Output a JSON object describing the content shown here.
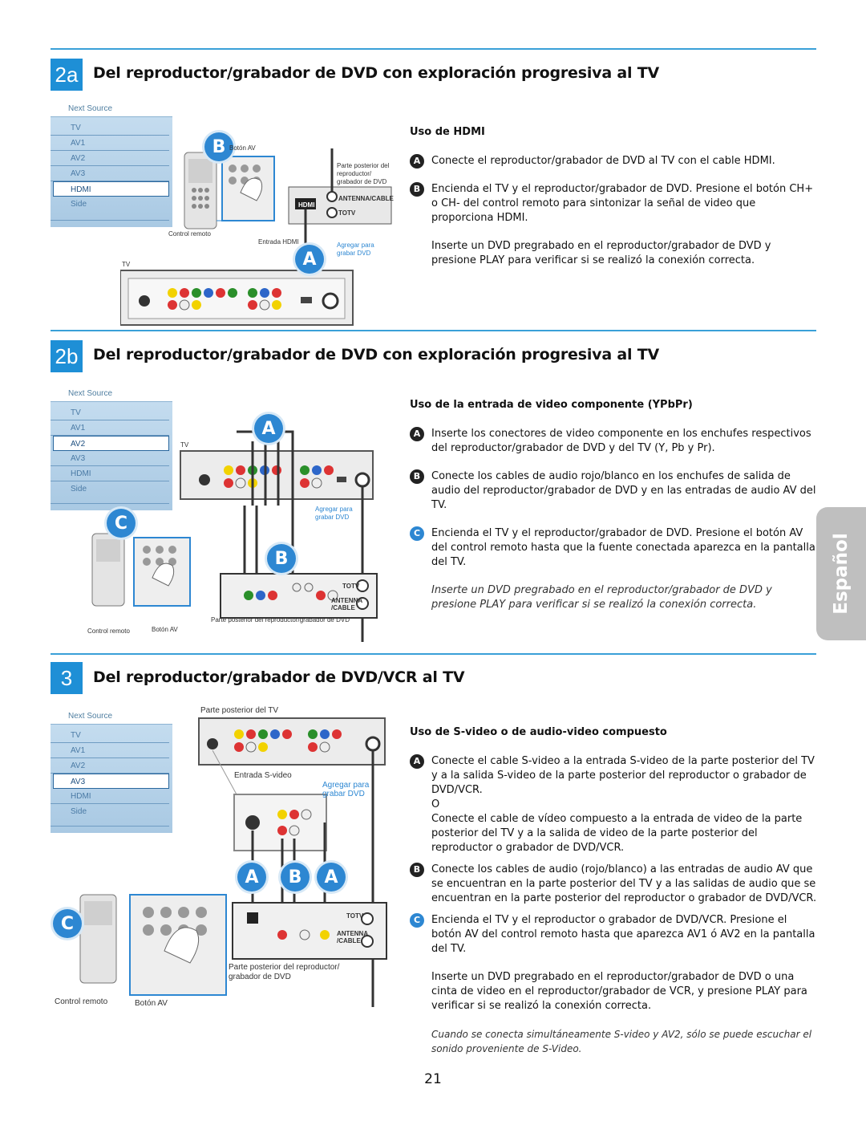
{
  "lang_tab": "Español",
  "page_number": "21",
  "menu": {
    "head": "Next Source",
    "items": [
      "TV",
      "AV1",
      "AV2",
      "AV3",
      "HDMI",
      "Side"
    ]
  },
  "s2a": {
    "num": "2a",
    "title": "Del reproductor/grabador de DVD con exploración progresiva al TV",
    "selected": "HDMI",
    "labels": {
      "boton_av": "Botón AV",
      "parte_posterior": "Parte posterior del reproductor/ grabador de DVD",
      "antenna": "ANTENNA/CABLE",
      "totv": "TOTV",
      "hdmi": "HDMI",
      "control": "Control remoto",
      "entrada_hdmi": "Entrada HDMI",
      "agregar": "Agregar para grabar DVD",
      "tv": "TV",
      "A": "A",
      "B": "B"
    },
    "subtitle": "Uso de HDMI",
    "steps": [
      {
        "mark": "A",
        "text": "Conecte el reproductor/grabador de DVD al TV con el cable HDMI."
      },
      {
        "mark": "B",
        "text": "Encienda el TV y el reproductor/grabador de DVD. Presione el botón CH+ o CH- del control remoto para sintonizar la señal de video que proporciona HDMI."
      }
    ],
    "note": "Inserte un DVD pregrabado en el reproductor/grabador de DVD y presione PLAY para verificar si se realizó la conexión correcta."
  },
  "s2b": {
    "num": "2b",
    "title": "Del reproductor/grabador de DVD con exploración progresiva al TV",
    "selected": "AV2",
    "labels": {
      "tv": "TV",
      "agregar": "Agregar para grabar DVD",
      "totv": "TOTV",
      "antenna": "ANTENNA /CABLE",
      "parte_posterior": "Parte posterior del reproductor/grabador de DVD",
      "control": "Control remoto",
      "boton_av": "Botón AV",
      "A": "A",
      "B": "B",
      "C": "C"
    },
    "subtitle": "Uso de la entrada de video componente (YPbPr)",
    "steps": [
      {
        "mark": "A",
        "text": "Inserte los conectores de video componente en los enchufes respectivos del reproductor/grabador de DVD y del TV (Y, Pb y Pr)."
      },
      {
        "mark": "B",
        "text": "Conecte los cables de audio rojo/blanco en los enchufes de salida de audio del reproductor/grabador de DVD y en las entradas de audio AV del TV."
      },
      {
        "mark": "C",
        "text": "Encienda el TV y el reproductor/grabador de DVD. Presione el botón AV del control remoto hasta que la fuente conectada aparezca en la pantalla del TV."
      }
    ],
    "note": "Inserte un DVD pregrabado en el reproductor/grabador de DVD y presione PLAY para verificar si se realizó la conexión correcta."
  },
  "s3": {
    "num": "3",
    "title": "Del reproductor/grabador de DVD/VCR al TV",
    "selected": "AV3",
    "labels": {
      "parte_tv": "Parte posterior del TV",
      "entrada_svideo": "Entrada S-video",
      "agregar": "Agregar para grabar DVD",
      "totv": "TOTV",
      "antenna": "ANTENNA /CABLE",
      "parte_posterior": "Parte posterior del reproductor/ grabador de DVD",
      "control": "Control remoto",
      "boton_av": "Botón AV",
      "A": "A",
      "B": "B",
      "C": "C"
    },
    "subtitle": "Uso de S-video o de audio-video compuesto",
    "step_a": "Conecte el cable S-video a la entrada S-video de la parte posterior del TV y a la salida S-video de la parte posterior del reproductor o grabador de DVD/VCR.",
    "or": "O",
    "step_a2": "Conecte el cable de vídeo compuesto a la entrada de video de la parte posterior del TV y a la salida de video de la parte posterior del reproductor o grabador de DVD/VCR.",
    "step_b": "Conecte los cables de audio (rojo/blanco) a las entradas de audio AV que se encuentran en la parte posterior del TV y a las salidas de audio que se encuentran en la parte posterior del reproductor o grabador de DVD/VCR.",
    "step_c": "Encienda el TV y el reproductor o grabador de DVD/VCR. Presione el botón AV del control remoto hasta que aparezca AV1 ó AV2 en la pantalla del TV.",
    "note": "Inserte un DVD pregrabado en el reproductor/grabador de DVD o una cinta de video en el reproductor/grabador de VCR, y presione PLAY para verificar si se realizó la conexión correcta.",
    "italic_note": "Cuando se conecta simultáneamente S-video y AV2, sólo se puede escuchar el sonido proveniente de S-Video.",
    "marks": {
      "A": "A",
      "B": "B",
      "C": "C"
    }
  }
}
